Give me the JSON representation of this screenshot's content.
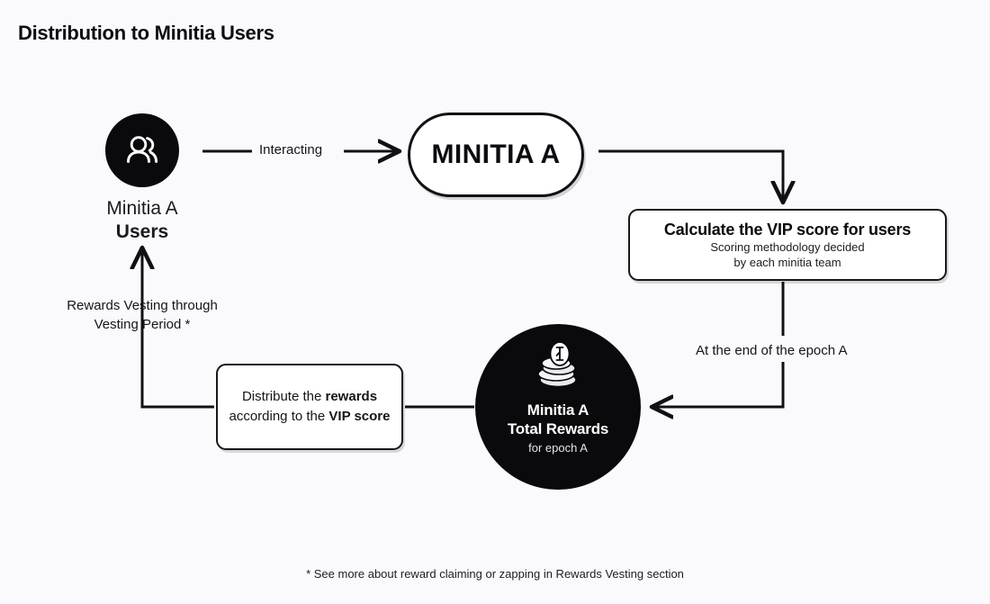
{
  "page": {
    "title": "Distribution to Minitia Users",
    "background_color": "#fafafc",
    "ink_color": "#111115",
    "footnote": "* See more about reward claiming or zapping in Rewards Vesting section"
  },
  "users_node": {
    "icon": "users-group-icon",
    "caption_line1": "Minitia A",
    "caption_line2": "Users"
  },
  "edges": {
    "interacting": "Interacting",
    "epoch": "At the end of the epoch A",
    "vesting_line1": "Rewards Vesting through",
    "vesting_line2": "Vesting Period *"
  },
  "minitia_box": {
    "label": "MINITIA A"
  },
  "vip_box": {
    "title": "Calculate the VIP score for users",
    "subtitle_line1": "Scoring methodology decided",
    "subtitle_line2": "by each minitia team"
  },
  "rewards_circle": {
    "icon": "coin-stack-icon",
    "title_line1": "Minitia A",
    "title_line2": "Total Rewards",
    "subtitle": "for epoch A"
  },
  "distribute_box": {
    "line1_prefix": "Distribute the ",
    "line1_bold": "rewards",
    "line2_prefix": "according to the ",
    "line2_bold": "VIP score"
  }
}
